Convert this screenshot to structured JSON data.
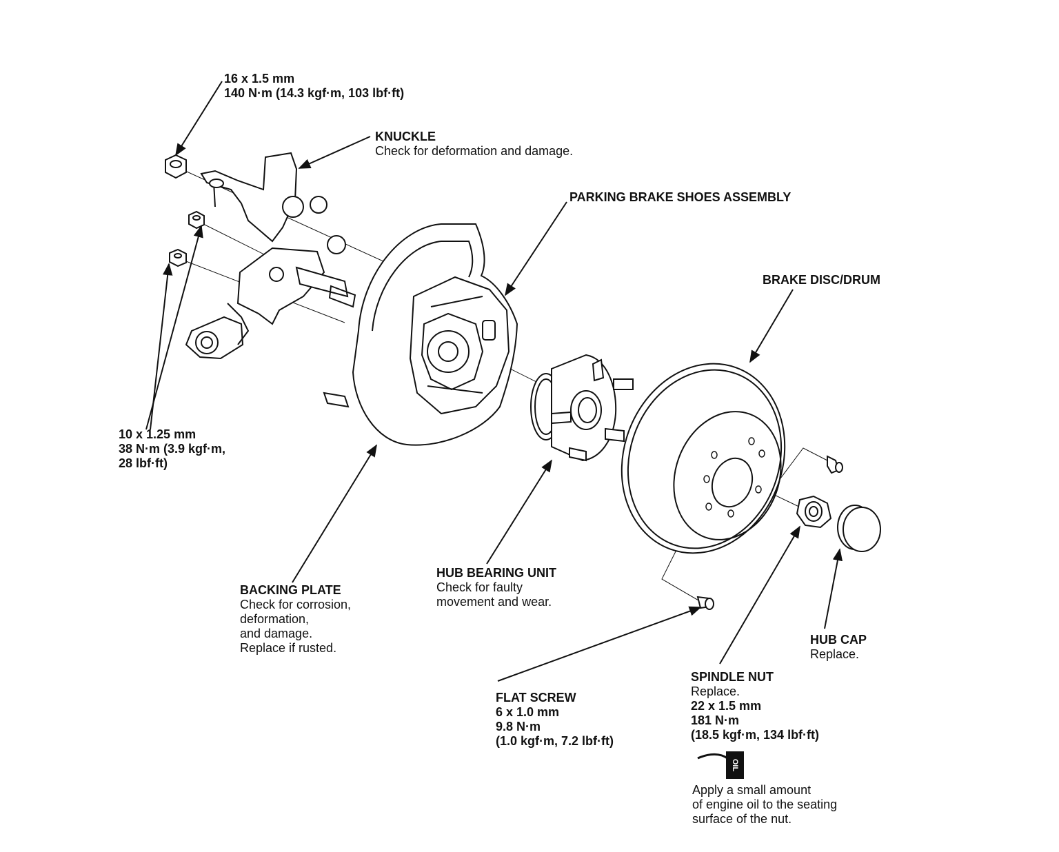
{
  "labels": {
    "knuckle_nut": {
      "l1": "16 x 1.5 mm",
      "l2": "140 N·m (14.3 kgf·m, 103 lbf·ft)"
    },
    "knuckle": {
      "title": "KNUCKLE",
      "desc": "Check for deformation and damage."
    },
    "parking_brake": {
      "title": "PARKING BRAKE SHOES ASSEMBLY"
    },
    "brake_disc": {
      "title": "BRAKE DISC/DRUM"
    },
    "small_nuts": {
      "l1": "10 x 1.25 mm",
      "l2": "38 N·m (3.9 kgf·m,",
      "l3": "28 lbf·ft)"
    },
    "backing_plate": {
      "title": "BACKING PLATE",
      "d1": "Check for corrosion,",
      "d2": "deformation,",
      "d3": "and damage.",
      "d4": "Replace if rusted."
    },
    "hub_bearing": {
      "title": "HUB BEARING UNIT",
      "d1": "Check for faulty",
      "d2": "movement and wear."
    },
    "hub_cap": {
      "title": "HUB CAP",
      "d1": "Replace."
    },
    "flat_screw": {
      "title": "FLAT SCREW",
      "d1": "6 x 1.0 mm",
      "d2": "9.8 N·m",
      "d3": "(1.0 kgf·m, 7.2 lbf·ft)"
    },
    "spindle_nut": {
      "title": "SPINDLE NUT",
      "d1": "Replace.",
      "d2": "22 x 1.5 mm",
      "d3": "181 N·m",
      "d4": "(18.5 kgf·m, 134 lbf·ft)"
    },
    "oil_note": {
      "icon_text": "OIL",
      "l1": "Apply a small amount",
      "l2": "of engine oil to the seating",
      "l3": "surface of the nut."
    }
  },
  "icons": {
    "oil_can": "oil-can-icon"
  },
  "colors": {
    "ink": "#111111",
    "background": "#ffffff"
  }
}
